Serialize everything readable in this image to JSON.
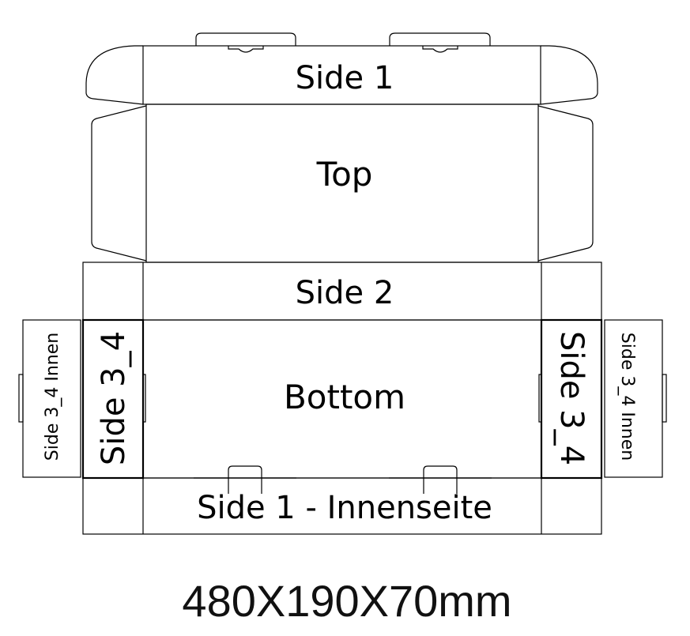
{
  "panels": {
    "side1": "Side 1",
    "top": "Top",
    "side2": "Side 2",
    "bottom": "Bottom",
    "side34_left": "Side 3_4",
    "side34_right": "Side 3_4",
    "side34_inner_left": "Side 3_4 Innen",
    "side34_inner_right": "Side 3_4 Innen",
    "side1_inner": "Side 1 - Innenseite"
  },
  "dimensions": "480X190X70mm"
}
